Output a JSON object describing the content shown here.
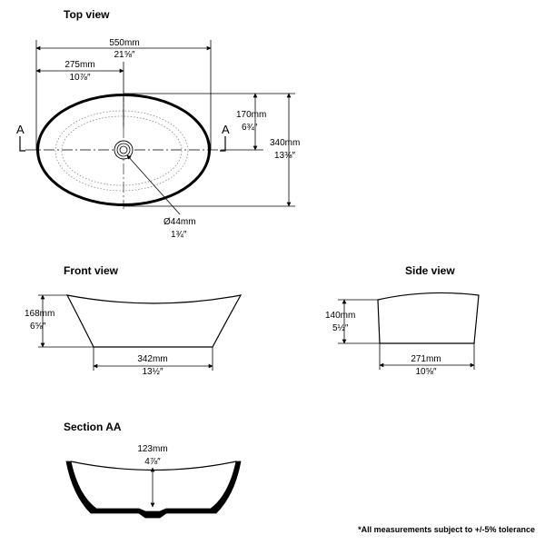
{
  "top_view": {
    "title": "Top view",
    "width_mm": "550mm",
    "width_in": "21⅝″",
    "half_width_mm": "275mm",
    "half_width_in": "10⅞″",
    "half_depth_mm": "170mm",
    "half_depth_in": "6¾″",
    "depth_mm": "340mm",
    "depth_in": "13⅜″",
    "drain_mm": "Ø44mm",
    "drain_in": "1¾″",
    "section_marker": "A"
  },
  "front_view": {
    "title": "Front view",
    "height_mm": "168mm",
    "height_in": "6⅝″",
    "base_mm": "342mm",
    "base_in": "13½″"
  },
  "side_view": {
    "title": "Side view",
    "height_mm": "140mm",
    "height_in": "5½″",
    "base_mm": "271mm",
    "base_in": "10⅝″"
  },
  "section_aa": {
    "title": "Section AA",
    "depth_mm": "123mm",
    "depth_in": "4⅞″"
  },
  "note": "*All measurements subject to +/-5% tolerance"
}
